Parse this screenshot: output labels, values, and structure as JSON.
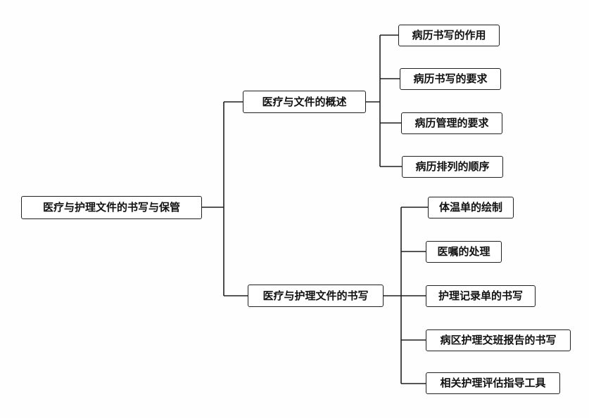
{
  "diagram": {
    "type": "mindmap",
    "line_color": "#1f1f1f",
    "node_border_color": "#1f1f1f",
    "node_background": "#ffffff",
    "root": {
      "label": "医疗与护理文件的书写与保管"
    },
    "branches": [
      {
        "label": "医疗与文件的概述",
        "children": [
          {
            "label": "病历书写的作用"
          },
          {
            "label": "病历书写的要求"
          },
          {
            "label": "病历管理的要求"
          },
          {
            "label": "病历排列的顺序"
          }
        ]
      },
      {
        "label": "医疗与护理文件的书写",
        "children": [
          {
            "label": "体温单的绘制"
          },
          {
            "label": "医嘱的处理"
          },
          {
            "label": "护理记录单的书写"
          },
          {
            "label": "病区护理交班报告的书写"
          },
          {
            "label": "相关护理评估指导工具"
          }
        ]
      }
    ]
  }
}
